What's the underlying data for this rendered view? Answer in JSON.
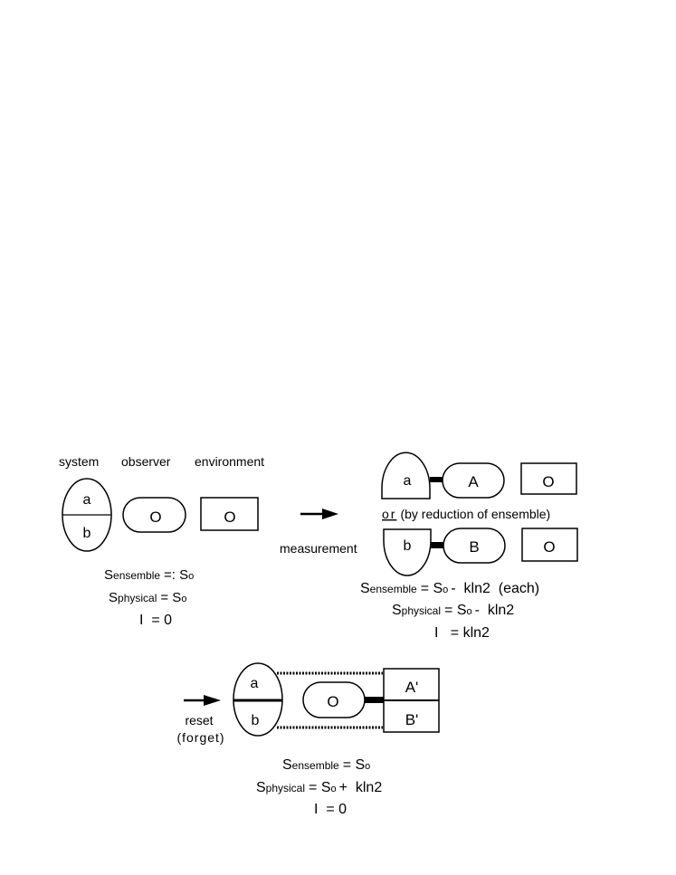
{
  "stage1": {
    "labels": {
      "system": "system",
      "observer": "observer",
      "environment": "environment"
    },
    "system_top": "a",
    "system_bottom": "b",
    "observer_state": "O",
    "environment_state": "O",
    "eq_ensemble": {
      "S": "S",
      "sub": "ensemble",
      "rhs": "=: S",
      "rhs_sub": "o"
    },
    "eq_physical": {
      "S": "S",
      "sub": "physical",
      "rhs": "= S",
      "rhs_sub": "o"
    },
    "eq_info": "I  = 0"
  },
  "stage2": {
    "arrow_label": "measurement",
    "branch_a": {
      "system": "a",
      "observer": "A",
      "environment": "O"
    },
    "or_word": "or",
    "or_text": "(by reduction of ensemble)",
    "branch_b": {
      "system": "b",
      "observer": "B",
      "environment": "O"
    },
    "eq_ensemble": {
      "S": "S",
      "sub": "ensemble",
      "rhs": "= S",
      "rhs_sub": "o",
      "tail": "-  kln2  (each)"
    },
    "eq_physical": {
      "S": "S",
      "sub": "physical",
      "rhs": "= S",
      "rhs_sub": "o",
      "tail": "-  kln2"
    },
    "eq_info": "I   = kln2"
  },
  "stage3": {
    "arrow_label_1": "reset",
    "arrow_label_2": "(forget)",
    "system_top": "a",
    "system_bottom": "b",
    "observer_state": "O",
    "environment_top": "A'",
    "environment_bottom": "B'",
    "eq_ensemble": {
      "S": "S",
      "sub": "ensemble",
      "rhs": "= S",
      "rhs_sub": "o"
    },
    "eq_physical": {
      "S": "S",
      "sub": "physical",
      "rhs": "= S",
      "rhs_sub": "o",
      "tail": "+  kln2"
    },
    "eq_info": "I  = 0"
  }
}
